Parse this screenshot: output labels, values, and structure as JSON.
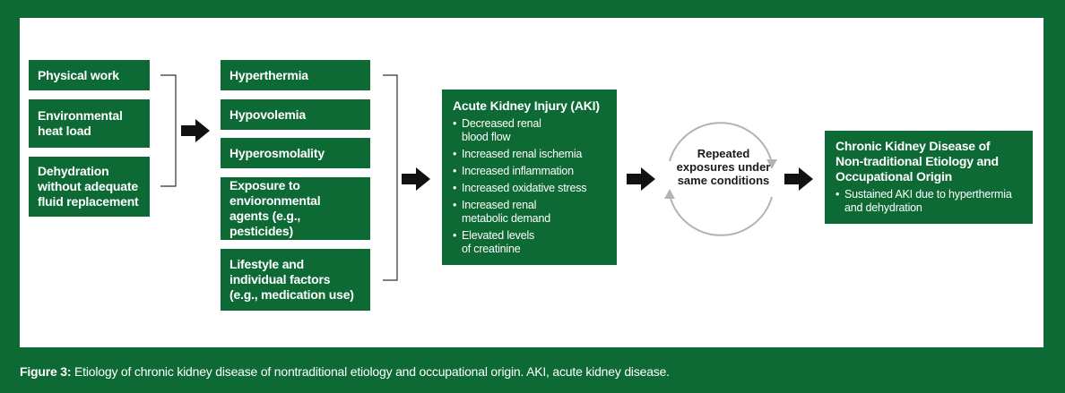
{
  "column1": [
    {
      "label": "Physical work"
    },
    {
      "label": "Environmental heat load"
    },
    {
      "label": "Dehydration without adequate fluid replacement"
    }
  ],
  "column2": [
    {
      "label": "Hyperthermia"
    },
    {
      "label": "Hypovolemia"
    },
    {
      "label": "Hyperosmolality"
    },
    {
      "label": "Exposure to envioronmental agents (e.g., pesticides)"
    },
    {
      "label": "Lifestyle and individual factors (e.g., medication use)"
    }
  ],
  "aki": {
    "title": "Acute Kidney Injury (AKI)",
    "items": [
      "Decreased renal blood flow",
      "Increased renal ischemia",
      "Increased inflammation",
      "Increased oxidative stress",
      "Increased renal metabolic demand",
      "Elevated levels of creatinine"
    ]
  },
  "cycle": {
    "label": "Repeated exposures under same conditions"
  },
  "ckd": {
    "title": "Chronic Kidney Disease of Non-traditional Etiology and Occupational Origin",
    "items": [
      "Sustained AKI due to hyperthermia and dehydration"
    ]
  },
  "caption": {
    "label": "Figure 3:",
    "text": "Etiology of chronic kidney disease of nontraditional etiology and occupational origin. AKI, acute kidney disease."
  },
  "colors": {
    "green": "#0e6a34",
    "white": "#ffffff",
    "gray": "#b3b3b3"
  }
}
